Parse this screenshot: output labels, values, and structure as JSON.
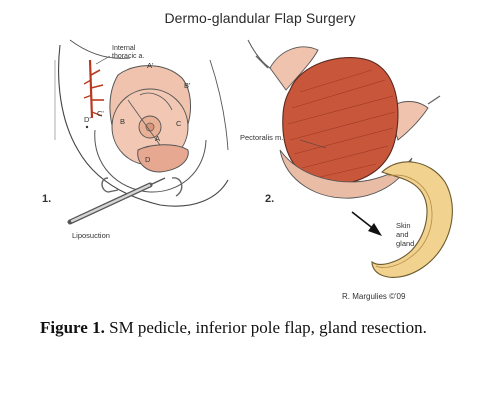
{
  "figure": {
    "title": "Dermo-glandular Flap Surgery",
    "panel1": {
      "number": "1.",
      "labels": {
        "internal_thoracic": [
          "Internal",
          "thoracic a."
        ],
        "a_prime": "A'",
        "b_prime": "B'",
        "c_prime": "C'",
        "d_prime": "D'",
        "a": "A",
        "b": "B",
        "c": "C",
        "d": "D",
        "liposuction": "Liposuction"
      }
    },
    "panel2": {
      "number": "2.",
      "labels": {
        "pectoralis": "Pectoralis m.",
        "skin_gland": [
          "Skin",
          "and",
          "gland"
        ]
      }
    },
    "credit": "R. Margulies ©'09"
  },
  "caption": {
    "bold": "Figure 1.",
    "text": " SM pedicle, inferior pole flap, gland resection."
  }
}
